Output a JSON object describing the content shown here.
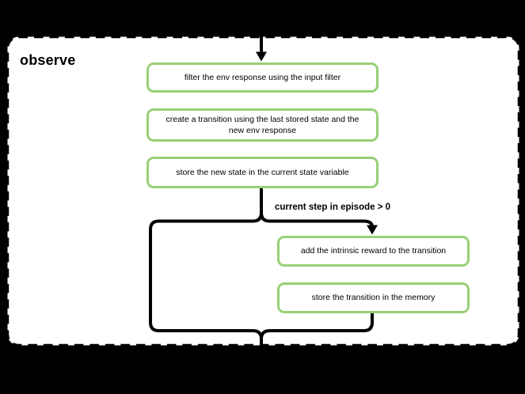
{
  "panel": {
    "title": "observe"
  },
  "nodes": [
    {
      "id": "filter-env-response",
      "label": "filter the env response using the input filter"
    },
    {
      "id": "create-transition",
      "label": "create a transition using the last stored state and the new env response",
      "line1": "create a transition using the last stored state and the",
      "line2": "new env response"
    },
    {
      "id": "store-new-state",
      "label": "store the new state in the current state variable"
    },
    {
      "id": "add-intrinsic-reward",
      "label": "add the intrinsic reward to the transition"
    },
    {
      "id": "store-transition-memory",
      "label": "store the transition in the memory"
    }
  ],
  "edges": {
    "condition_label": "current step in episode > 0"
  },
  "colors": {
    "page_background": "#000000",
    "panel_fill": "#ffffff",
    "panel_border": "#000000",
    "node_border": "#97d077",
    "node_fill": "#ffffff",
    "connector": "#000000",
    "text": "#000000"
  }
}
